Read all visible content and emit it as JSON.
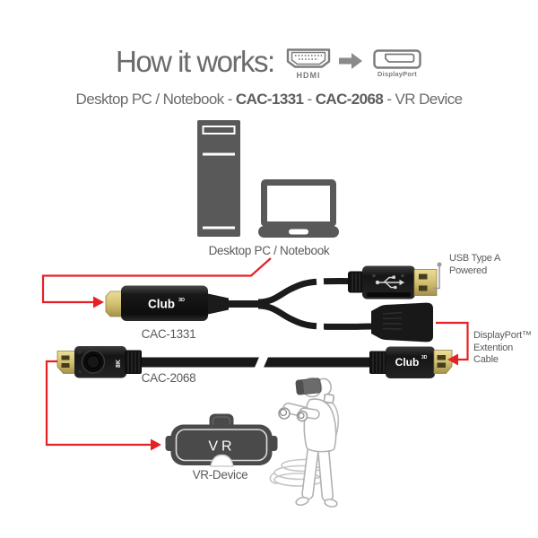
{
  "colors": {
    "accent_red": "#e42226",
    "device_gray": "#595959",
    "text_gray": "#6b6b6b",
    "connector_black": "#1a1a1a",
    "gold": "#d7c67c"
  },
  "header": {
    "title": "How it works:",
    "hdmi_label": "HDMI",
    "displayport_label": "DisplayPort"
  },
  "subtitle": {
    "part1": "Desktop PC / Notebook - ",
    "part2": "CAC-1331",
    "part3": " - ",
    "part4": "CAC-2068",
    "part5": " - VR Device"
  },
  "devices": {
    "label": "Desktop PC / Notebook"
  },
  "adapters": {
    "cac1331": {
      "label": "CAC-1331",
      "brand": "Club",
      "brand_sup": "3D"
    },
    "cac2068": {
      "label": "CAC-2068",
      "brand": "Club",
      "brand_sup": "3D",
      "dp8k_badge": "8K"
    },
    "usb": {
      "label_line1": "USB Type A",
      "label_line2": "Powered"
    },
    "dp_extension": {
      "label_line1": "DisplayPort™",
      "label_line2": "Extention Cable"
    }
  },
  "vr": {
    "headset_text": "VR",
    "label": "VR-Device"
  },
  "icons": {
    "arrow_right": "right-arrow between HDMI and DisplayPort",
    "hdmi_connector": "HDMI plug outline with pin dots",
    "displayport_connector": "DisplayPort plug outline"
  }
}
